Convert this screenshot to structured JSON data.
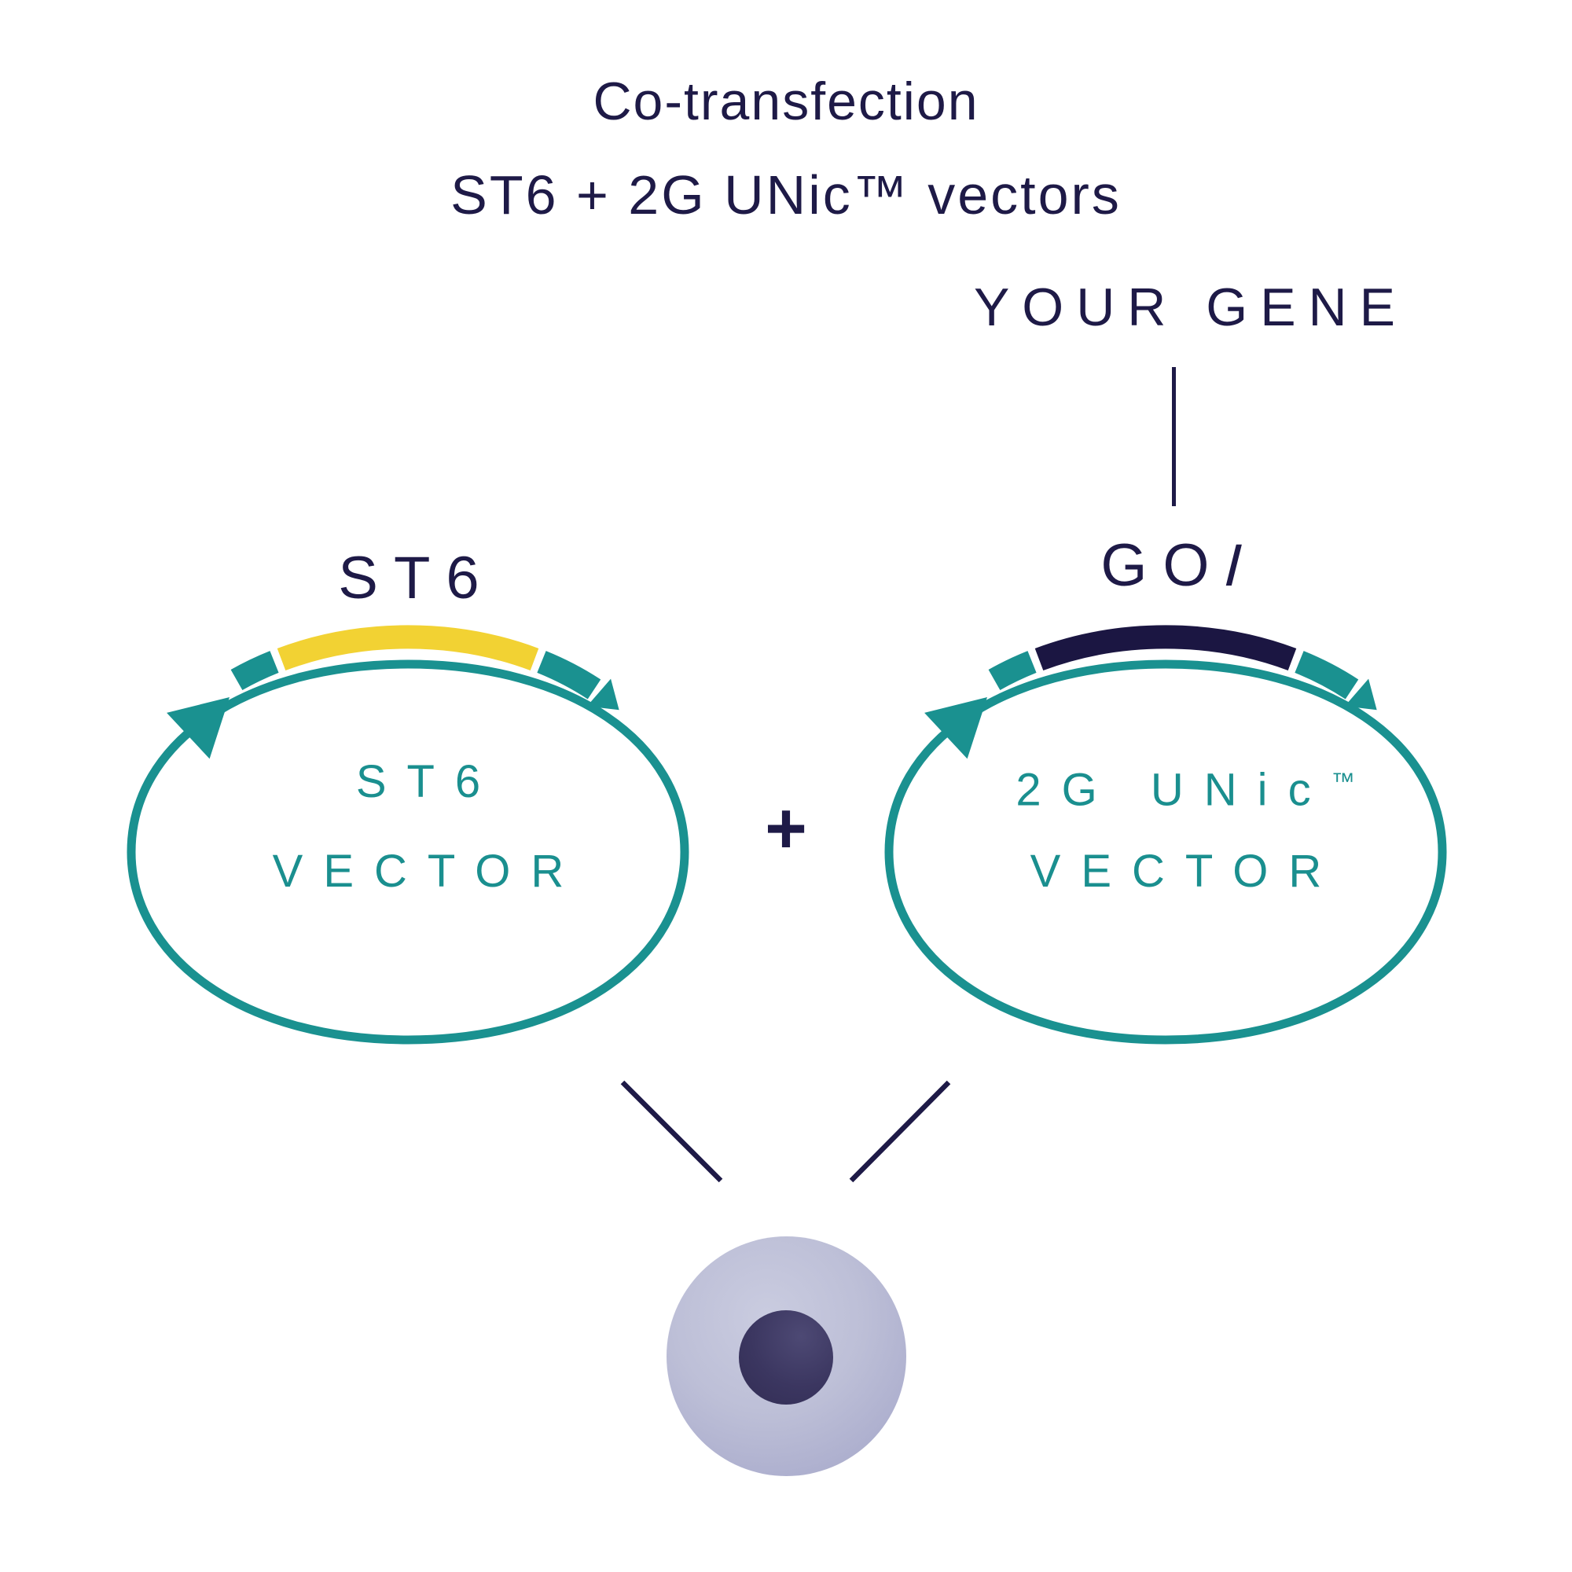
{
  "title": {
    "line1": "Co-transfection",
    "line2": "ST6 + 2G UNic™ vectors"
  },
  "annotation": {
    "your_gene": "YOUR GENE"
  },
  "operator": {
    "plus": "+"
  },
  "plasmids": {
    "left": {
      "top_label": "ST6",
      "inner_line1": "ST6",
      "inner_line2": "VECTOR",
      "gene_arc_color": "#f2d233"
    },
    "right": {
      "top_label_main": "GO",
      "top_label_italic": "I",
      "inner_line1": "2G UNic",
      "inner_line1_tm": "™",
      "inner_line2": "VECTOR",
      "gene_arc_color": "#1b1642"
    }
  },
  "colors": {
    "navy": "#1e1a47",
    "teal": "#1a9190",
    "teal_text": "#1a8f8f",
    "yellow": "#f2d233",
    "cell_body": "#b9bbd5",
    "cell_nucleus": "#353057"
  }
}
